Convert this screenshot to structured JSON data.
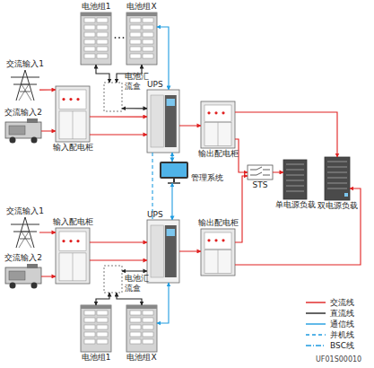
{
  "diagram": {
    "nodes": [
      {
        "text": [
          "电池组1"
        ]
      },
      {
        "text": [
          "电池组X"
        ]
      },
      {
        "text": [
          "电池汇流盒"
        ]
      },
      {
        "text": [
          "交流输入1"
        ]
      },
      {
        "text": [
          "交流输入2"
        ]
      },
      {
        "text": [
          "输入配电柜"
        ]
      },
      {
        "text": [
          "UPS"
        ]
      },
      {
        "text": [
          "输出配电柜"
        ]
      },
      {
        "text": [
          "管理系统"
        ]
      },
      {
        "text": [
          "STS"
        ]
      },
      {
        "text": [
          "单电源负载"
        ]
      },
      {
        "text": [
          "双电源负载"
        ]
      },
      {
        "text": [
          "交流输入1"
        ]
      },
      {
        "text": [
          "交流输入2"
        ]
      },
      {
        "text": [
          "输入配电柜"
        ]
      },
      {
        "text": [
          "UPS"
        ]
      },
      {
        "text": [
          "输出配电柜"
        ]
      },
      {
        "text": [
          "电池汇流盒"
        ]
      },
      {
        "text": [
          "电池组1"
        ]
      },
      {
        "text": [
          "电池组X"
        ]
      }
    ],
    "edges": [
      {
        "from": 3,
        "to": 5,
        "arrow": "to"
      },
      {
        "from": 4,
        "to": 5,
        "arrow": "to"
      },
      {
        "from": 5,
        "to": 6,
        "arrow": "to"
      },
      {
        "from": 5,
        "to": 6,
        "arrow": "to"
      },
      {
        "from": 6,
        "to": 7,
        "arrow": "to"
      },
      {
        "from": 7,
        "to": 11,
        "arrow": "to"
      },
      {
        "from": 7,
        "to": 9,
        "arrow": "to"
      },
      {
        "from": 9,
        "to": 10,
        "arrow": "to"
      },
      {
        "from": 0,
        "to": 2,
        "arrow": "both"
      },
      {
        "from": 1,
        "to": 2,
        "arrow": "both"
      },
      {
        "from": 2,
        "to": 6,
        "arrow": "both"
      },
      {
        "from": 1,
        "to": 6,
        "arrow": "both"
      },
      {
        "from": 6,
        "to": 8,
        "arrow": "both"
      },
      {
        "from": 12,
        "to": 14,
        "arrow": "to"
      },
      {
        "from": 13,
        "to": 14,
        "arrow": "to"
      },
      {
        "from": 14,
        "to": 15,
        "arrow": "to"
      },
      {
        "from": 14,
        "to": 15,
        "arrow": "to"
      },
      {
        "from": 15,
        "to": 16,
        "arrow": "to"
      },
      {
        "from": 16,
        "to": 9,
        "arrow": "to"
      },
      {
        "from": 16,
        "to": 11,
        "arrow": "to"
      },
      {
        "from": 15,
        "to": 8,
        "arrow": "both"
      },
      {
        "from": 18,
        "to": 17,
        "arrow": "both"
      },
      {
        "from": 19,
        "to": 17,
        "arrow": "both"
      },
      {
        "from": 17,
        "to": 15,
        "arrow": "both"
      },
      {
        "from": 19,
        "to": 15,
        "arrow": "both"
      },
      {
        "from": 6,
        "to": 15,
        "arrow": "none"
      }
    ],
    "labels": [
      "UF01S00010"
    ],
    "legend": [
      {
        "text": "交流线"
      },
      {
        "text": "直流线"
      },
      {
        "text": "通信线"
      },
      {
        "text": "并机线"
      },
      {
        "text": "BSC线"
      }
    ]
  }
}
